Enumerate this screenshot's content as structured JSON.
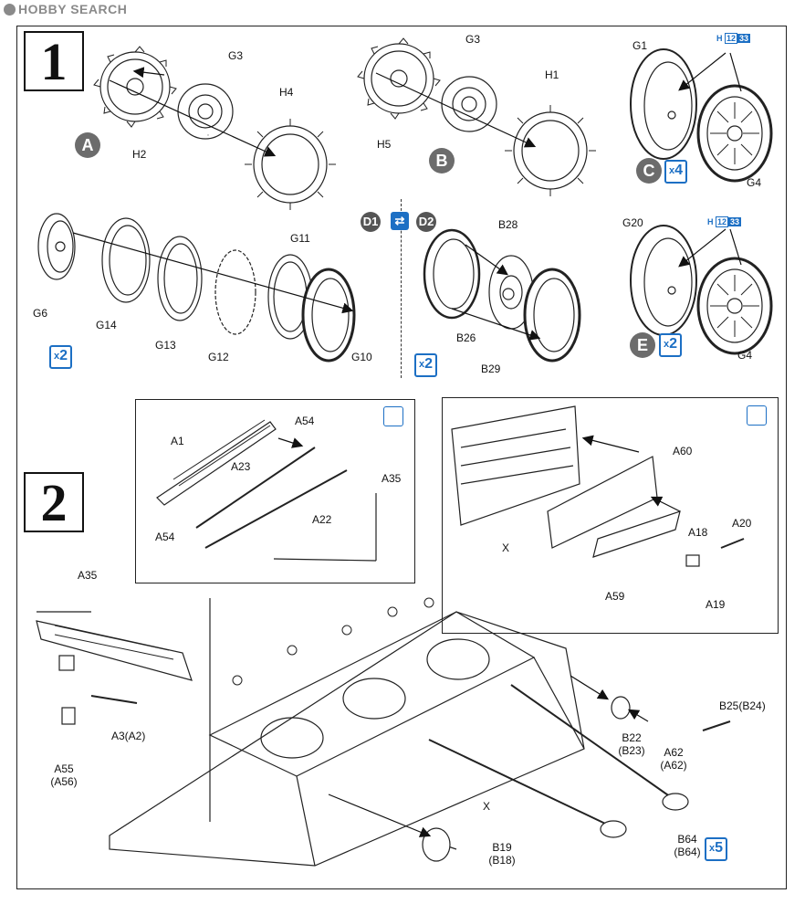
{
  "header": {
    "brand": "HOBBY SEARCH"
  },
  "steps": {
    "step1": "1",
    "step2": "2"
  },
  "assemblies": {
    "a": "A",
    "b": "B",
    "c": "C",
    "d1": "D1",
    "d2": "D2",
    "e": "E"
  },
  "quantities": {
    "c": "4",
    "e": "2",
    "g_wheel": "2",
    "b_wheel": "2",
    "b64": "5",
    "prefix": "x"
  },
  "paint_refs": {
    "h": "H",
    "n1": "12",
    "n2": "33"
  },
  "part_labels": {
    "g3a": "G3",
    "h4": "H4",
    "h2": "H2",
    "g3b": "G3",
    "h1": "H1",
    "h5": "H5",
    "g1": "G1",
    "g4a": "G4",
    "g20": "G20",
    "g4b": "G4",
    "g11": "G11",
    "g6": "G6",
    "g14": "G14",
    "g13": "G13",
    "g12": "G12",
    "g10": "G10",
    "b28": "B28",
    "b26": "B26",
    "b29": "B29",
    "a1": "A1",
    "a54a": "A54",
    "a54b": "A54",
    "a23": "A23",
    "a22": "A22",
    "a35a": "A35",
    "a60": "A60",
    "a18": "A18",
    "a20": "A20",
    "a59": "A59",
    "a19": "A19",
    "xa": "X",
    "a35b": "A35",
    "a3": "A3(A2)",
    "a55": "A55",
    "a56": "(A56)",
    "xb": "X",
    "b19": "B19",
    "b18": "(B18)",
    "b22": "B22",
    "b23": "(B23)",
    "a62": "A62",
    "a62b": "(A62)",
    "b25": "B25(B24)",
    "b64": "B64",
    "b64b": "(B64)"
  },
  "colors": {
    "accent_blue": "#1c6fc4",
    "badge_gray": "#6c6c6c",
    "line": "#222222"
  }
}
